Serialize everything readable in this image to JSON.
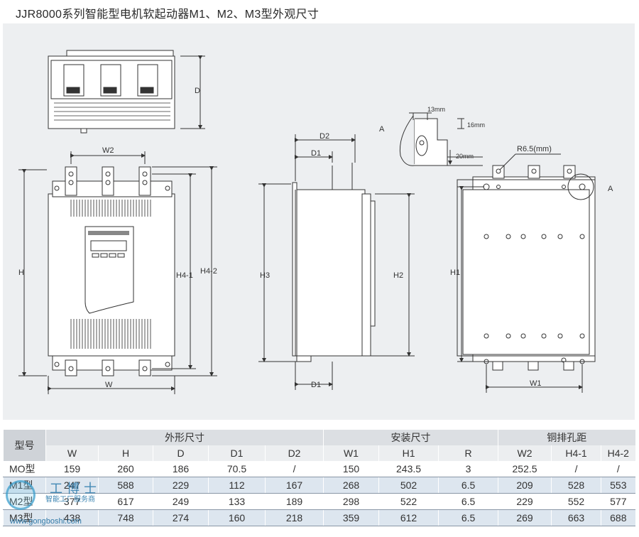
{
  "title": "JJR8000系列智能型电机软起动器M1、M2、M3型外观尺寸",
  "drawing": {
    "labels": {
      "D": "D",
      "W2": "W2",
      "H": "H",
      "H4_1": "H4-1",
      "H4_2": "H4-2",
      "W": "W",
      "D2": "D2",
      "D1": "D1",
      "H3": "H3",
      "H2": "H2",
      "A": "A",
      "dim_13mm": "13mm",
      "dim_16mm": "16mm",
      "dim_20mm": "20mm",
      "R65": "R6.5(mm)",
      "H1": "H1",
      "W1": "W1"
    }
  },
  "table": {
    "model_header": "型号",
    "groups": [
      "外形尺寸",
      "安装尺寸",
      "铜排孔距"
    ],
    "columns": [
      "W",
      "H",
      "D",
      "D1",
      "D2",
      "W1",
      "H1",
      "R",
      "W2",
      "H4-1",
      "H4-2"
    ],
    "rows": [
      {
        "model": "MO型",
        "cells": [
          "159",
          "260",
          "186",
          "70.5",
          "/",
          "150",
          "243.5",
          "3",
          "252.5",
          "/",
          "/"
        ]
      },
      {
        "model": "M1型",
        "cells": [
          "247",
          "588",
          "229",
          "112",
          "167",
          "268",
          "502",
          "6.5",
          "209",
          "528",
          "553"
        ]
      },
      {
        "model": "M2型",
        "cells": [
          "377",
          "617",
          "249",
          "133",
          "189",
          "298",
          "522",
          "6.5",
          "229",
          "552",
          "577"
        ]
      },
      {
        "model": "M3型",
        "cells": [
          "438",
          "748",
          "274",
          "160",
          "218",
          "359",
          "612",
          "6.5",
          "269",
          "663",
          "688"
        ]
      }
    ]
  },
  "watermark": {
    "chars": "工博士",
    "subtitle": "智能工厂服务商",
    "url": "www.gongboshi.com"
  }
}
